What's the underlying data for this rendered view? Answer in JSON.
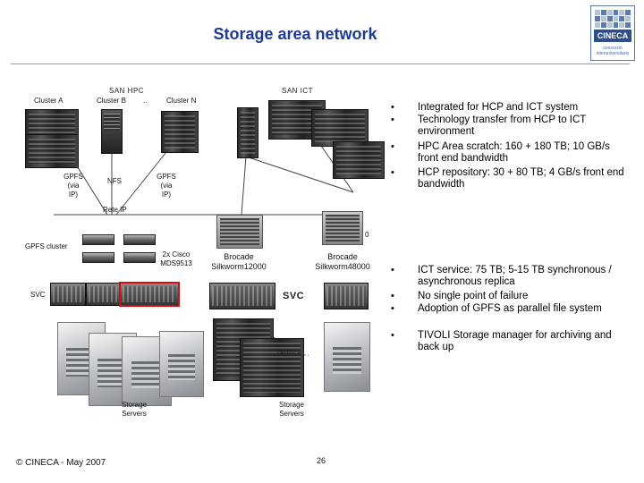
{
  "header": {
    "title": "Storage area network",
    "logo": {
      "name": "CINECA",
      "tagline": "consorzio interuniversitario"
    }
  },
  "diagram": {
    "san_hpc": "SAN HPC",
    "san_ict": "SAN ICT",
    "cluster_a": "Cluster A",
    "cluster_b": "Cluster B",
    "dots": "..",
    "cluster_n": "Cluster N",
    "gpfs_via_ip_left": "GPFS\n(via\nIP)",
    "nfs": "NFS",
    "gpfs_via_ip_right": "GPFS\n(via\nIP)",
    "rete_ip": "Rete IP",
    "gpfs_cluster": "GPFS cluster",
    "cisco": "2x Cisco\nMDS9513",
    "brocade_12000": "Brocade\nSilkworm12000",
    "brocade_48000": "Brocade\nSilkworm48000",
    "svc_left": "SVC",
    "svc_right": "SVC",
    "replica": "replica",
    "storage_servers_left": "Storage\nServers",
    "storage_servers_right": "Storage\nServers",
    "zero": "0"
  },
  "bullets_top": [
    "Integrated for HCP and ICT system",
    "Technology transfer from HCP to ICT environment",
    "HPC Area scratch: 160 + 180 TB; 10 GB/s front end bandwidth",
    "HCP repository: 30 + 80 TB; 4 GB/s front end bandwidth"
  ],
  "bullets_bottom": [
    "ICT service: 75 TB; 5-15 TB synchronous / asynchronous replica",
    "No single point of failure",
    "Adoption of GPFS as parallel file system",
    "TIVOLI Storage manager for archiving and back up"
  ],
  "bullet_char": "•",
  "footer": {
    "copyright": "© CINECA - May 2007",
    "page": "26"
  },
  "colors": {
    "title": "#1f3a93",
    "highlight": "#d01010"
  }
}
